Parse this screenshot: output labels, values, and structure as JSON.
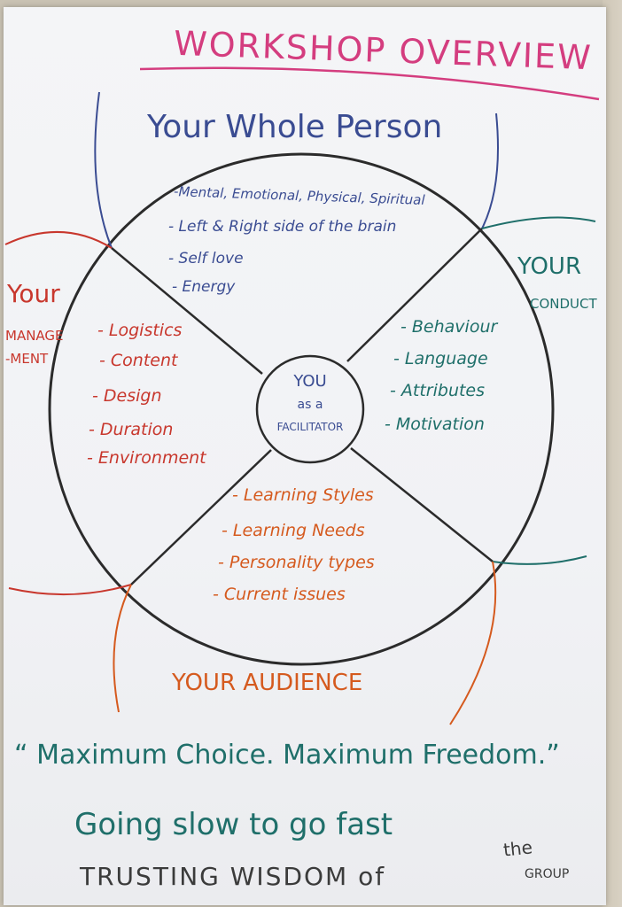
{
  "title": "WORKSHOP OVERVIEW",
  "whole_person": {
    "heading": "Your Whole Person",
    "items": [
      "-Mental, Emotional, Physical, Spiritual",
      "- Left & Right side of the brain",
      "- Self love",
      "- Energy"
    ]
  },
  "conduct": {
    "heading_line1": "YOUR",
    "heading_line2": "CONDUCT",
    "items": [
      "- Behaviour",
      "- Language",
      "- Attributes",
      "- Motivation"
    ]
  },
  "management": {
    "heading_line1": "Your",
    "heading_line2": "MANAGE",
    "heading_line3": "-MENT",
    "items": [
      "- Logistics",
      "- Content",
      "- Design",
      "- Duration",
      "- Environment"
    ]
  },
  "audience": {
    "heading": "YOUR AUDIENCE",
    "items": [
      "- Learning Styles",
      "- Learning Needs",
      "- Personality types",
      "- Current issues"
    ]
  },
  "center": {
    "line1": "YOU",
    "line2": "as a",
    "line3": "FACILITATOR"
  },
  "quote": "“ Maximum Choice. Maximum Freedom.”",
  "motto": "Going slow to go fast",
  "trusting": "TRUSTING WISDOM of",
  "trusting_the": "the",
  "trusting_group": "GROUP",
  "colors": {
    "title": "#d43d7f",
    "whole_person": "#3a4c92",
    "conduct": "#1f6f6a",
    "management": "#c8372d",
    "audience": "#d55a1e",
    "circle": "#2b2b2b"
  }
}
